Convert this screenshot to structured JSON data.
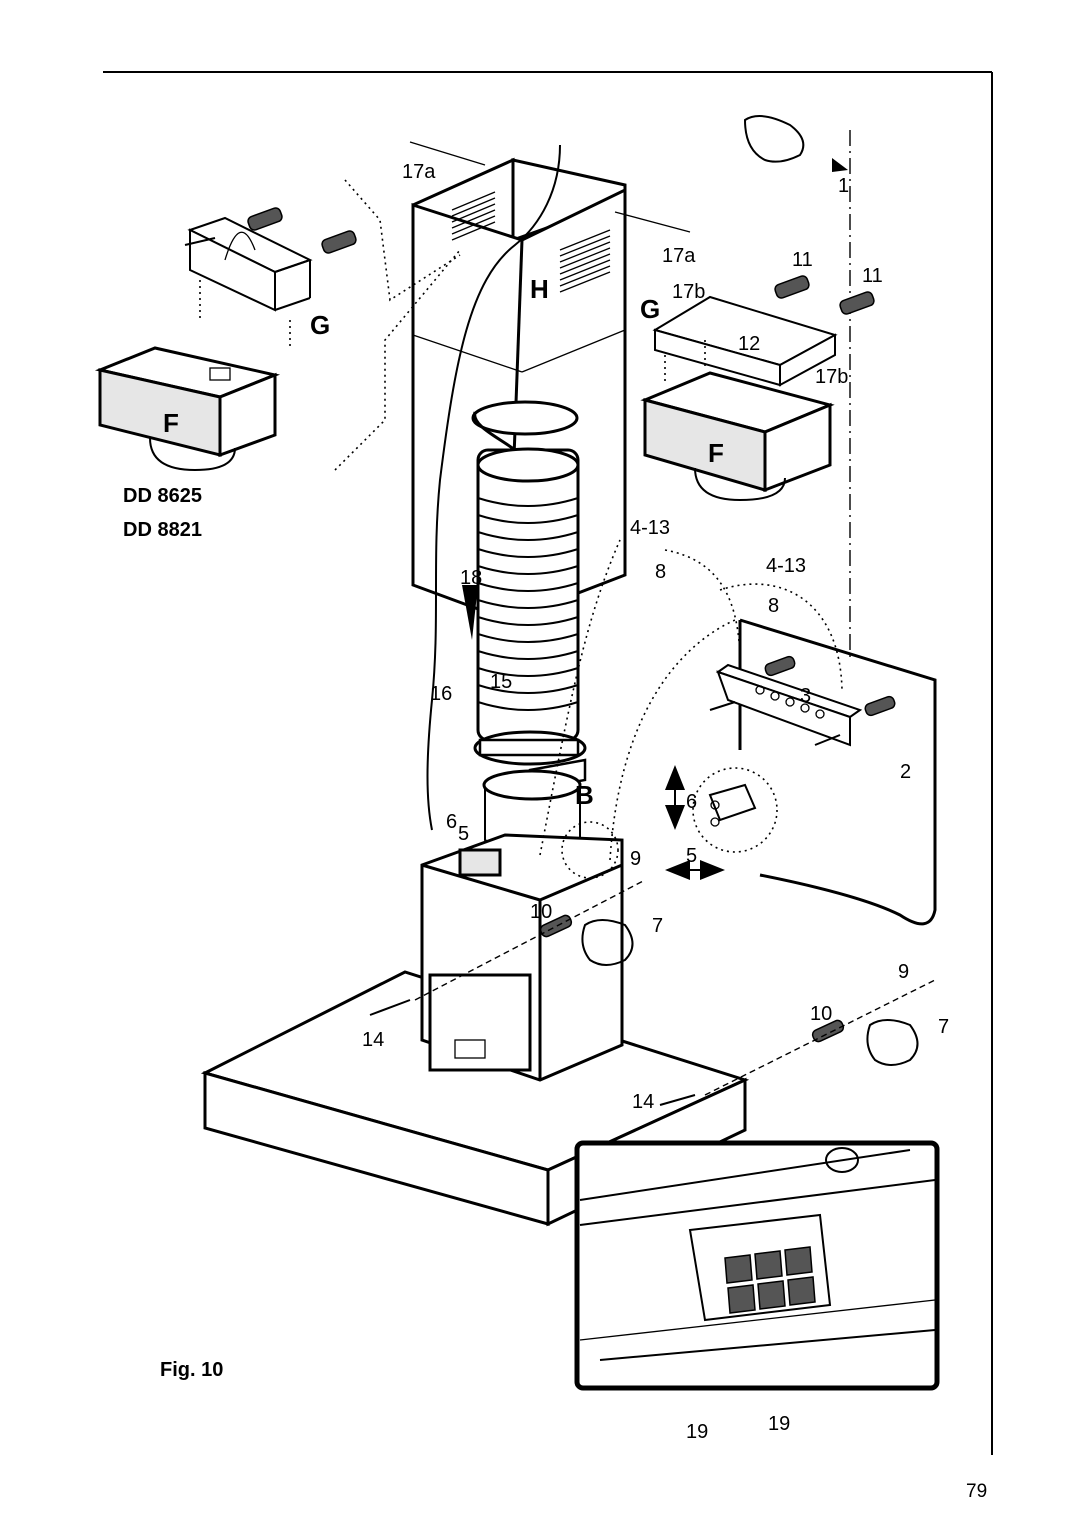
{
  "labels": {
    "l17a_top": "17a",
    "l17a_right": "17a",
    "l17b_top": "17b",
    "l17b_side": "17b",
    "l1": "1",
    "l11a": "11",
    "l11b": "11",
    "l12": "12",
    "lG_left": "G",
    "lG_right": "G",
    "lH": "H",
    "lF_left": "F",
    "lF_right": "F",
    "l4_13a": "4-13",
    "l4_13b": "4-13",
    "l8a": "8",
    "l8b": "8",
    "l18": "18",
    "l15": "15",
    "l16": "16",
    "l3": "3",
    "l2": "2",
    "lB": "B",
    "l6a": "6",
    "l6b": "6",
    "l5a": "5",
    "l5b": "5",
    "l9a": "9",
    "l9b": "9",
    "l10a": "10",
    "l10b": "10",
    "l7a": "7",
    "l7b": "7",
    "l14a": "14",
    "l14b": "14",
    "l19a": "19",
    "l19b": "19"
  },
  "models": [
    "DD 8625",
    "DD 8821"
  ],
  "figure_label": "Fig. 10",
  "page_number": "79"
}
